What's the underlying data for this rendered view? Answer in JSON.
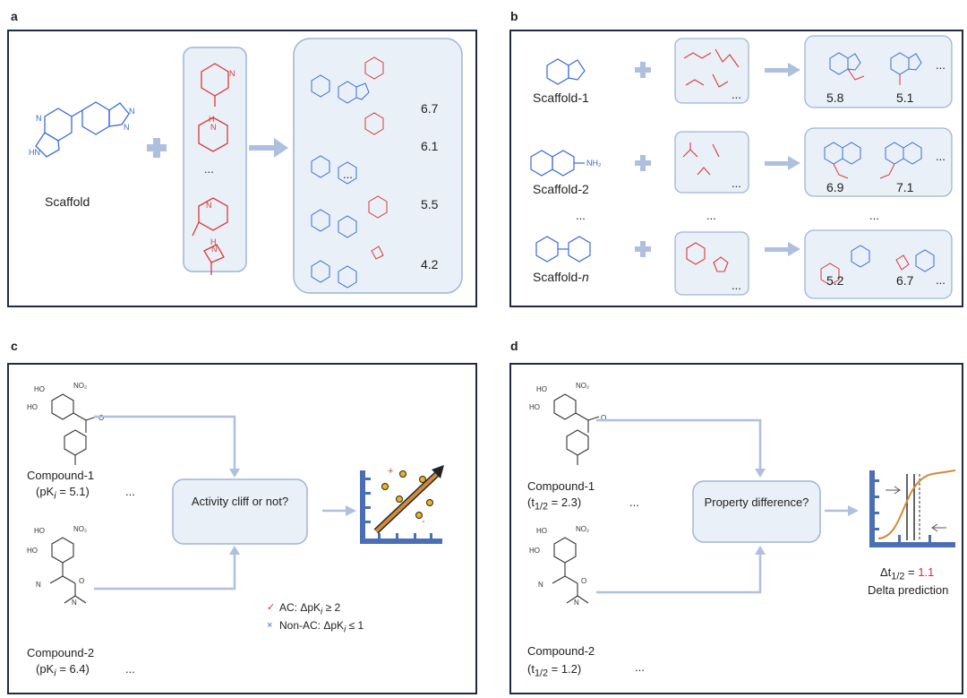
{
  "panels": {
    "a": {
      "letter": "a",
      "scaffold_label": "Scaffold",
      "ellipsis": "...",
      "values": [
        "6.7",
        "6.1",
        "5.5",
        "4.2"
      ]
    },
    "b": {
      "letter": "b",
      "scaffolds": [
        "Scaffold-1",
        "Scaffold-2",
        "Scaffold-"
      ],
      "scaffold_n_suffix": "n",
      "values_1": [
        "5.8",
        "5.1"
      ],
      "values_2": [
        "6.9",
        "7.1"
      ],
      "values_n": [
        "5.2",
        "6.7"
      ],
      "ellipsis": "..."
    },
    "c": {
      "letter": "c",
      "compound1": "Compound-1",
      "compound1_prop": "(pK",
      "compound1_sub": "i",
      "compound1_val": " = 5.1)",
      "compound2": "Compound-2",
      "compound2_prop": "(pK",
      "compound2_sub": "i",
      "compound2_val": " = 6.4)",
      "question": "Activity cliff or not?",
      "legend_ac": "AC:  ΔpK",
      "legend_ac_sub": "i",
      "legend_ac_rule": " ≥ 2",
      "legend_nonac": "Non-AC: ΔpK",
      "legend_nonac_sub": "i",
      "legend_nonac_rule": " ≤ 1",
      "ellipsis": "...",
      "plus": "+",
      "minus": "-"
    },
    "d": {
      "letter": "d",
      "compound1": "Compound-1",
      "compound1_prop": "(t",
      "compound1_sub": "1/2",
      "compound1_val": " = 2.3)",
      "compound2": "Compound-2",
      "compound2_prop": "(t",
      "compound2_sub": "1/2",
      "compound2_val": " = 1.2)",
      "question": "Property difference?",
      "delta_prefix": "Δt",
      "delta_sub": "1/2",
      "delta_eq": " = ",
      "delta_value": "1.1",
      "delta_caption": "Delta prediction",
      "ellipsis": "..."
    }
  },
  "colors": {
    "frame": "#1f2a44",
    "scaffold_blue": "#3a6bd8",
    "fragment_red": "#d63b3b",
    "arrow": "#aebfdf",
    "box_fill": "#eaf0f8",
    "box_stroke": "#9fb4d6",
    "highlight_red": "#d32f2f"
  }
}
